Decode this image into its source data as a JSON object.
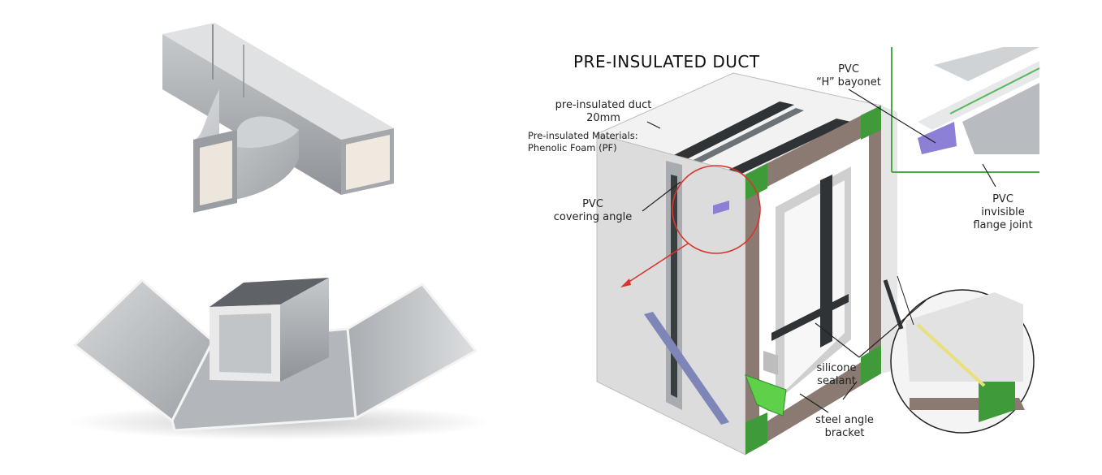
{
  "title": "PRE-INSULATED DUCT",
  "labels": {
    "duct": [
      "pre-insulated duct",
      "20mm"
    ],
    "materials": [
      "Pre-insulated Materials:",
      "Phenolic Foam (PF)"
    ],
    "covering": [
      "PVC",
      "covering angle"
    ],
    "bayonet": [
      "PVC",
      "“H” bayonet"
    ],
    "flange": [
      "PVC",
      "invisible",
      "flange joint"
    ],
    "sealant": [
      "silicone",
      "sealant"
    ],
    "bracket": [
      "steel angle",
      "bracket"
    ]
  },
  "colors": {
    "foil": "#b9bcbf",
    "foil_dark": "#8e9296",
    "panel": "#d6d6d6",
    "frame_green": "#3f9a3a",
    "frame_brown": "#8a7a72",
    "callout_red": "#d9342b",
    "inset_border": "#4aa84a",
    "bayonet_purple": "#8b7fd6",
    "sealant_yellow": "#e8e07a"
  }
}
